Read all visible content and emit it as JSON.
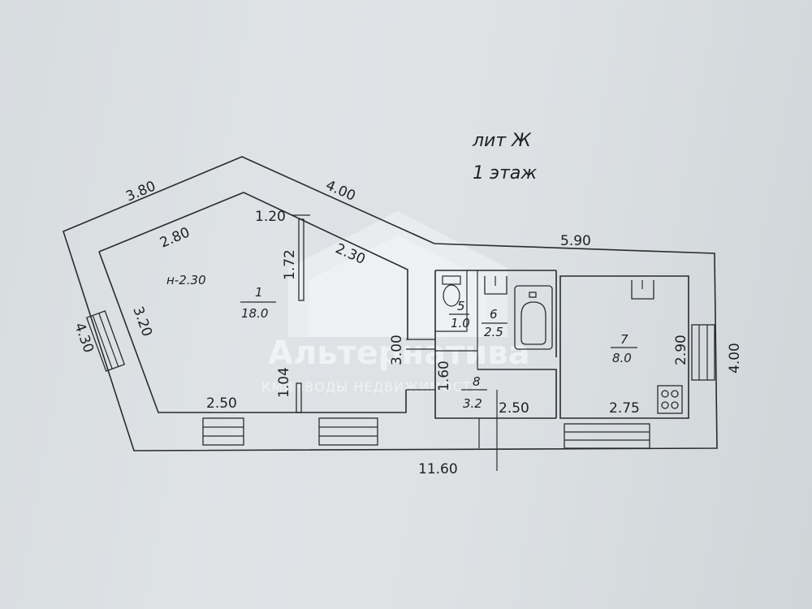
{
  "title": {
    "line1": "лит Ж",
    "line2": "1 этаж"
  },
  "dimensions": {
    "outer_left_upper": "3.80",
    "outer_upper_right": "4.00",
    "outer_top_right": "5.90",
    "outer_left_wall": "4.30",
    "outer_right_wall": "4.00",
    "outer_bottom": "11.60",
    "inner_upper_left": "2.80",
    "inner_left_wall": "3.20",
    "inner_bottom_left": "2.50",
    "partition_top": "1.20",
    "partition_height": "1.72",
    "inner_upper_right": "2.30",
    "corridor_wall": "3.00",
    "stub_height": "1.04",
    "hall_height": "1.60",
    "hall_width": "2.50",
    "kitchen_height": "2.90",
    "kitchen_width": "2.75"
  },
  "rooms": [
    {
      "number": "1",
      "area": "18.0",
      "height_note": "н-2.30"
    },
    {
      "number": "5",
      "area": "1.0"
    },
    {
      "number": "6",
      "area": "2.5"
    },
    {
      "number": "7",
      "area": "8.0"
    },
    {
      "number": "8",
      "area": "3.2"
    }
  ],
  "watermark": {
    "brand": "Альтернатива",
    "tagline": "КМИНВОДЫ НЕДВИЖИМОСТЬ"
  }
}
